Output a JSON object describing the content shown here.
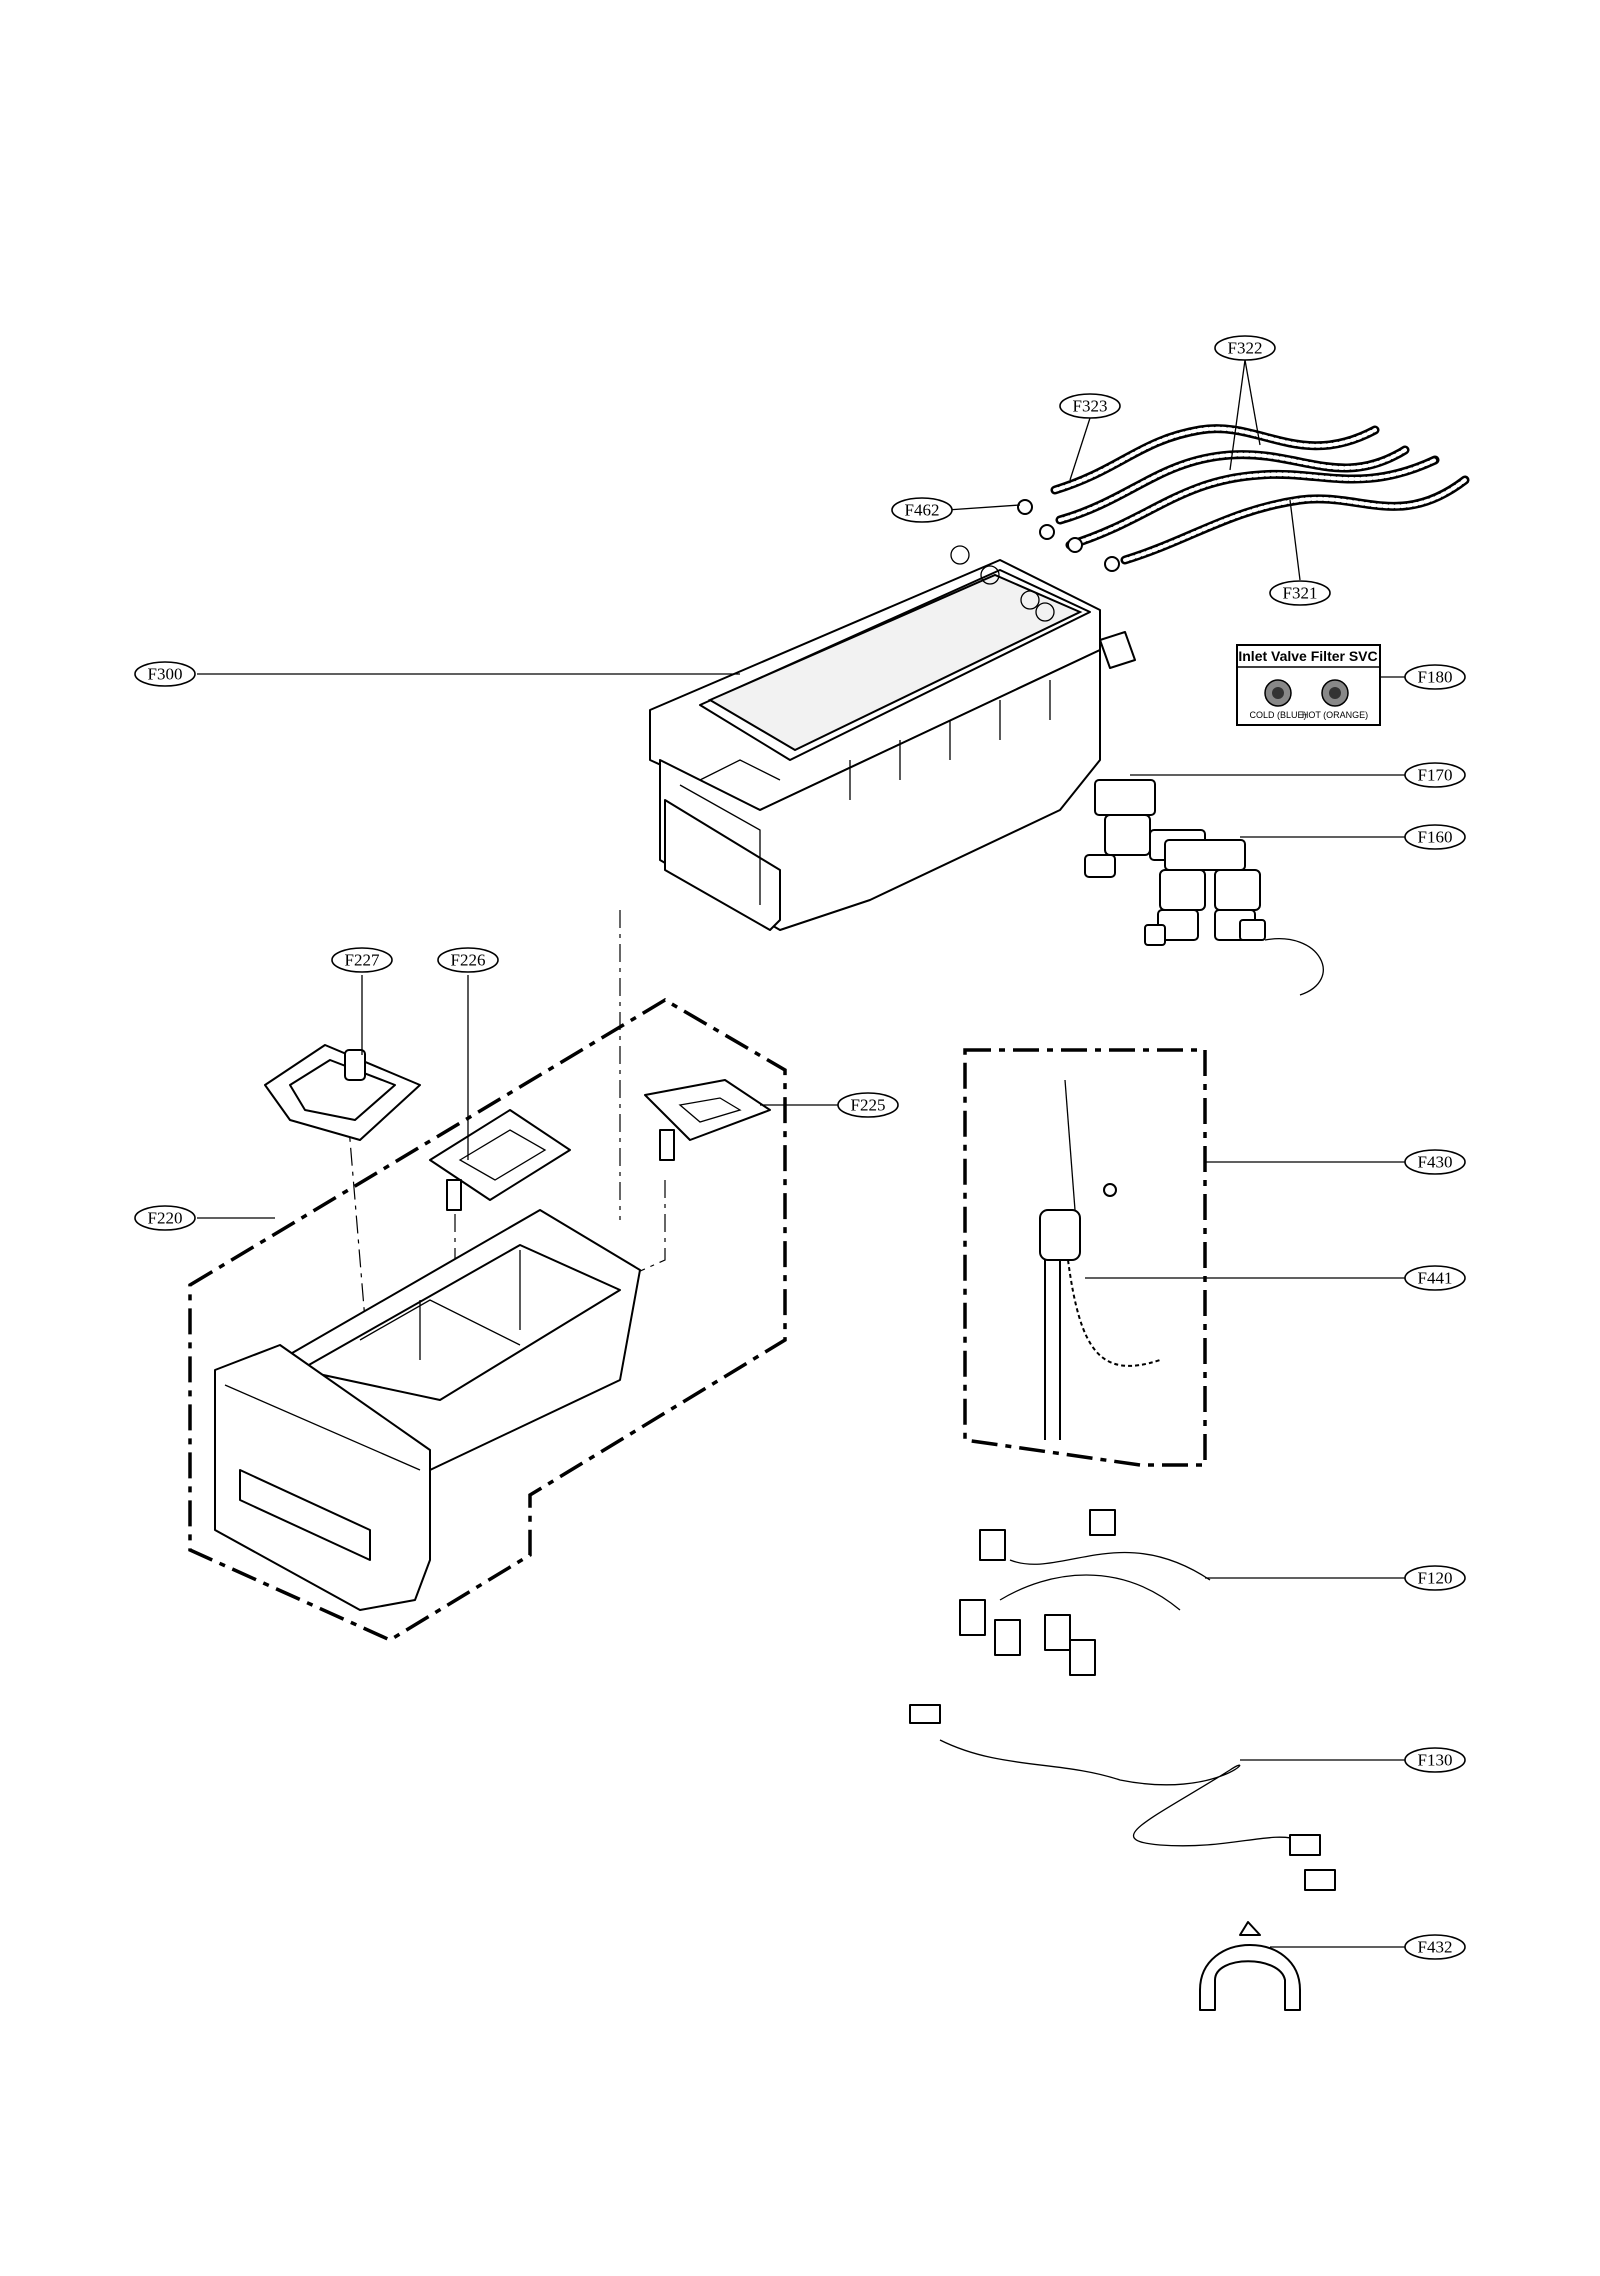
{
  "diagram": {
    "labels": {
      "f322": "F322",
      "f323": "F323",
      "f462": "F462",
      "f321": "F321",
      "f300": "F300",
      "f180": "F180",
      "f170": "F170",
      "f160": "F160",
      "f227": "F227",
      "f226": "F226",
      "f225": "F225",
      "f220": "F220",
      "f430": "F430",
      "f441": "F441",
      "f120": "F120",
      "f130": "F130",
      "f432": "F432"
    },
    "inlet_filter": {
      "title": "Inlet Valve Filter SVC",
      "cold_caption": "COLD (BLUE)",
      "hot_caption": "HOT (ORANGE)"
    }
  }
}
